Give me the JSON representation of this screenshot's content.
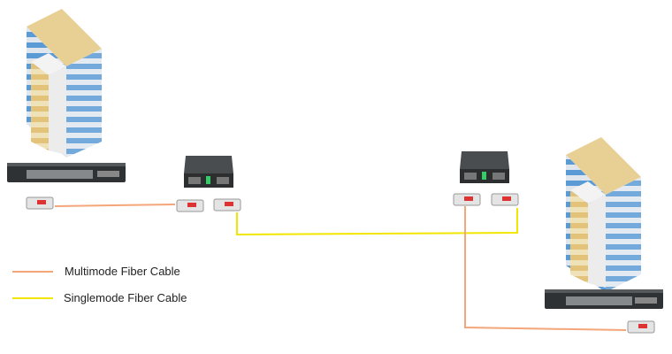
{
  "legend": {
    "items": [
      {
        "label": "Multimode Fiber Cable",
        "color": "#f4a57a"
      },
      {
        "label": "Singlemode Fiber Cable",
        "color": "#f2e600"
      }
    ]
  },
  "colors": {
    "multimode": "#f4a57a",
    "singlemode": "#f2e600",
    "building_stripe": "#5b9bd5",
    "building_roof": "#e8cf94",
    "device_body": "#3a3d40"
  },
  "nodes": [
    "building-left",
    "switch-left",
    "sfp-left",
    "media-converter-left",
    "media-converter-right",
    "building-right",
    "switch-right",
    "sfp-right"
  ]
}
